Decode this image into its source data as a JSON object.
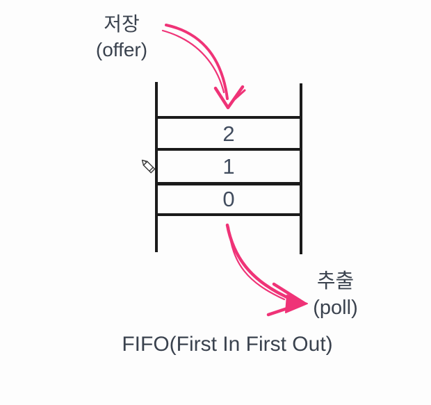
{
  "diagram": {
    "store_label": {
      "kr": "저장",
      "en": "(offer)"
    },
    "poll_label": {
      "kr": "추출",
      "en": "(poll)"
    },
    "caption": "FIFO(First In First Out)",
    "queue_cells": [
      {
        "value": "2"
      },
      {
        "value": "1"
      },
      {
        "value": "0"
      }
    ],
    "cursor": {
      "icon": "pencil"
    },
    "colors": {
      "background": "#fdfdfd",
      "line": "#1b1b1b",
      "text": "#3a424e",
      "number": "#414c5e",
      "arrow_pink": "#ef3377"
    }
  }
}
